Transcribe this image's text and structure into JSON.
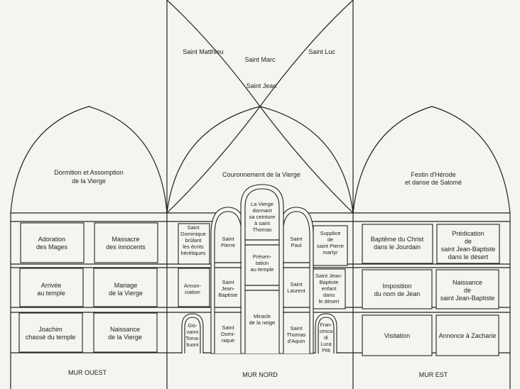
{
  "vault": {
    "top": "Saint Marc",
    "left": "Saint Matthieu",
    "right": "Saint Luc",
    "bottom": "Saint Jean"
  },
  "lunettes": {
    "west": [
      "Dormition et Assomption",
      "de la Vierge"
    ],
    "north": [
      "Couronnement de la Vierge"
    ],
    "east": [
      "Festin d'Hérode",
      "et danse de Salomé"
    ]
  },
  "west_wall": {
    "label": "MUR OUEST",
    "panels": [
      [
        "Adoration",
        "des Mages"
      ],
      [
        "Massacre",
        "des innocents"
      ],
      [
        "Arrivée",
        "au temple"
      ],
      [
        "Mariage",
        "de la Vierge"
      ],
      [
        "Joachim",
        "chassé du temple"
      ],
      [
        "Naissance",
        "de la Vierge"
      ]
    ]
  },
  "north_wall": {
    "label": "MUR NORD",
    "top_center": [
      "La Vierge",
      "donnant",
      "sa ceinture",
      "à saint",
      "Thomas"
    ],
    "left_col": [
      [
        "Saint",
        "Dominique",
        "brûlant",
        "les écrits",
        "hérétiques"
      ],
      [
        "Annon-",
        "ciation"
      ],
      [
        "Gio-",
        "vanni",
        "Torna-",
        "buoni"
      ]
    ],
    "left_window": [
      [
        "Saint",
        "Pierre"
      ],
      [
        "Saint",
        "Jean-",
        "Baptiste"
      ],
      [
        "Saint",
        "Domi-",
        "nique"
      ]
    ],
    "center_window": [
      [
        "Présen-",
        "tation",
        "au temple"
      ],
      [
        "Miracle",
        "de la neige"
      ]
    ],
    "right_window": [
      [
        "Saint",
        "Paul"
      ],
      [
        "Saint",
        "Laurent"
      ],
      [
        "Saint",
        "Thomas",
        "d'Aquin"
      ]
    ],
    "right_col": [
      [
        "Supplice",
        "de",
        "saint Pierre",
        "martyr"
      ],
      [
        "Saint Jean-",
        "Baptiste",
        "enfant",
        "dans",
        "le désert"
      ],
      [
        "Fran-",
        "cesca",
        "di",
        "Luca",
        "Pitti"
      ]
    ]
  },
  "east_wall": {
    "label": "MUR EST",
    "panels": [
      [
        "Baptême du Christ",
        "dans le Jourdain"
      ],
      [
        "Prédication",
        "de",
        "saint Jean-Baptiste",
        "dans le désert"
      ],
      [
        "Imposition",
        "du nom de Jean"
      ],
      [
        "Naissance",
        "de",
        "saint Jean-Baptiste"
      ],
      [
        "Visitation"
      ],
      [
        "Annonce à Zacharie"
      ]
    ]
  }
}
